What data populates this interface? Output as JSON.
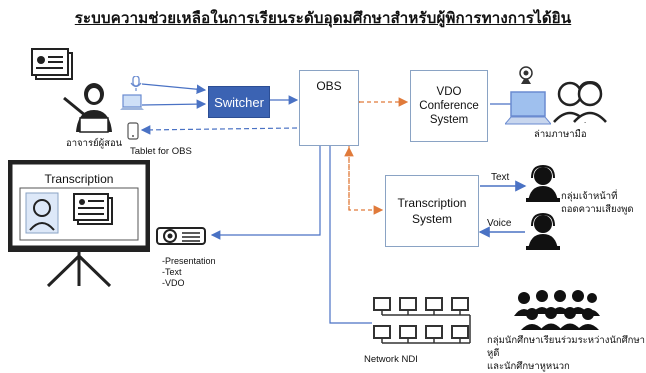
{
  "title": "ระบบความช่วยเหลือในการเรียนระดับอุดมศึกษาสำหรับผู้พิการทางการได้ยิน",
  "nodes": {
    "switcher": "Switcher",
    "obs": "OBS",
    "vdo_line1": "VDO",
    "vdo_line2": "Conference",
    "vdo_line3": "System",
    "trans_line1": "Transcription",
    "trans_line2": "System",
    "screen_title": "Transcription"
  },
  "labels": {
    "teacher": "อาจารย์ผู้สอน",
    "tablet": "Tablet for OBS",
    "sign_language": "ล่ามภาษามือ",
    "text_arrow": "Text",
    "voice_arrow": "Voice",
    "staff_line1": "กลุ่มเจ้าหน้าที่",
    "staff_line2": "ถอดความเสียงพูด",
    "projector_line1": "-Presentation",
    "projector_line2": "-Text",
    "projector_line3": "-VDO",
    "network": "Network NDI",
    "students_line1": "กลุ่มนักศึกษาเรียนร่วมระหว่างนักศึกษาหูดี",
    "students_line2": "และนักศึกษาหูหนวก"
  },
  "colors": {
    "blue_line": "#4a72c4",
    "orange_dash": "#e07a3a",
    "switcher_fill": "#3b63b3",
    "box_border": "#8aa3c4"
  }
}
